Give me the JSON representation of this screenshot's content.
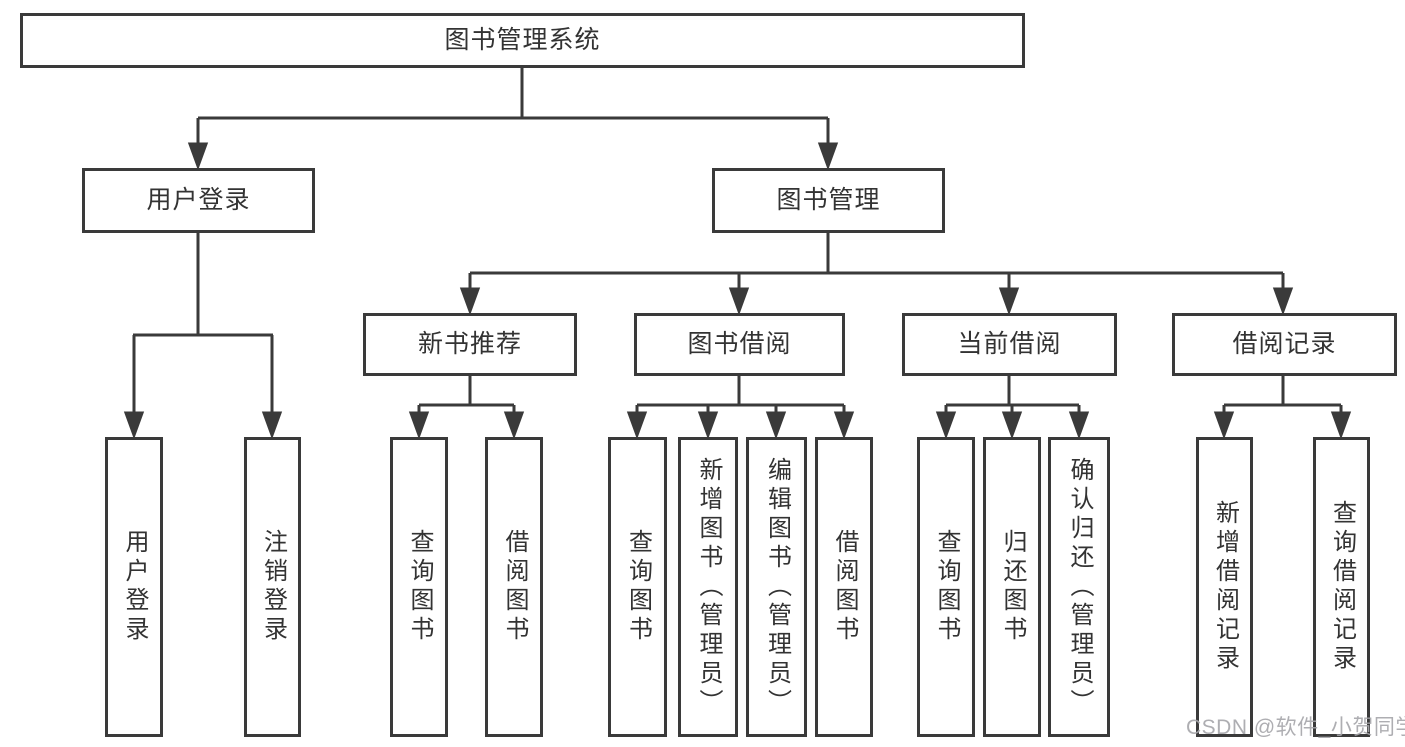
{
  "tree": {
    "label": "图书管理系统",
    "children": [
      {
        "label": "用户登录",
        "children": [
          {
            "label": "用户登录"
          },
          {
            "label": "注销登录"
          }
        ]
      },
      {
        "label": "图书管理",
        "children": [
          {
            "label": "新书推荐",
            "children": [
              {
                "label": "查询图书"
              },
              {
                "label": "借阅图书"
              }
            ]
          },
          {
            "label": "图书借阅",
            "children": [
              {
                "label": "查询图书"
              },
              {
                "label": "新增图书（管理员）"
              },
              {
                "label": "编辑图书（管理员）"
              },
              {
                "label": "借阅图书"
              }
            ]
          },
          {
            "label": "当前借阅",
            "children": [
              {
                "label": "查询图书"
              },
              {
                "label": "归还图书"
              },
              {
                "label": "确认归还（管理员）"
              }
            ]
          },
          {
            "label": "借阅记录",
            "children": [
              {
                "label": "新增借阅记录"
              },
              {
                "label": "查询借阅记录"
              }
            ]
          }
        ]
      }
    ]
  },
  "watermark": {
    "text": "CSDN @软件_小贺同学"
  },
  "colors": {
    "line": "#3a3a3a",
    "box_border": "#3a3a3a",
    "text": "#333333",
    "watermark": "#a5a5aa",
    "background": "#ffffff"
  }
}
